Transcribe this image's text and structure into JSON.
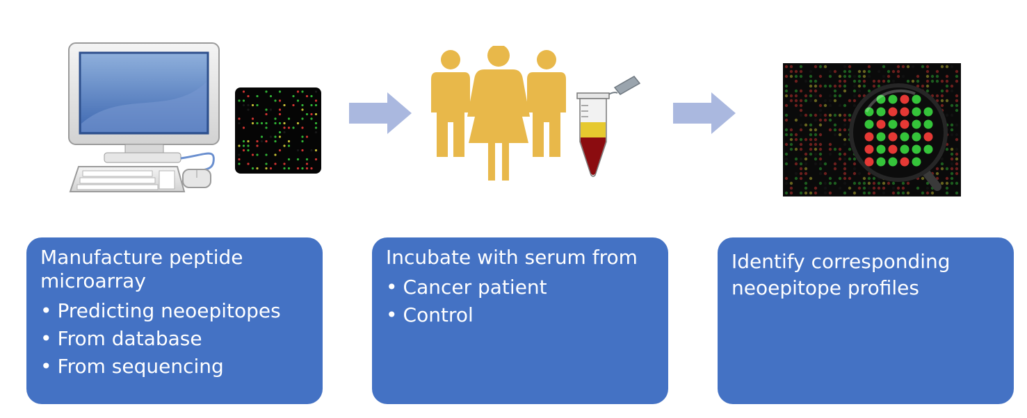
{
  "steps": [
    {
      "title": "Manufacture peptide microarray",
      "bullets": [
        "Predicting neoepitopes",
        "From database",
        "From sequencing"
      ]
    },
    {
      "title": "Incubate with serum from",
      "bullets": [
        "Cancer patient",
        "Control"
      ]
    },
    {
      "title": "Identify corresponding neoepitope profiles",
      "bullets": []
    }
  ],
  "colors": {
    "box": "#4472c4",
    "arrow": "#aab8df",
    "people": "#e8b84a",
    "spot_red": "#e53935",
    "spot_green": "#35c43a",
    "spot_yellow": "#d9d23a"
  }
}
